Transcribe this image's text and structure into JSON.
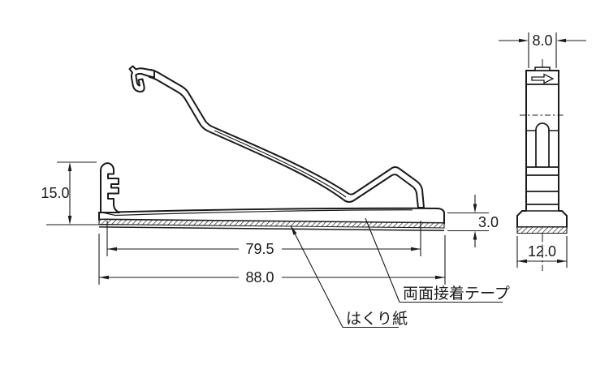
{
  "drawing": {
    "side_view": {
      "dim_height": "15.0",
      "dim_inner_width": "79.5",
      "dim_overall_width": "88.0",
      "dim_thickness": "3.0",
      "label_tape": "両面接着テープ",
      "label_release_paper": "はくり紙"
    },
    "end_view": {
      "dim_width": "8.0",
      "dim_base_width": "12.0"
    },
    "colors": {
      "line": "#1a1a1a",
      "background": "#ffffff"
    }
  }
}
